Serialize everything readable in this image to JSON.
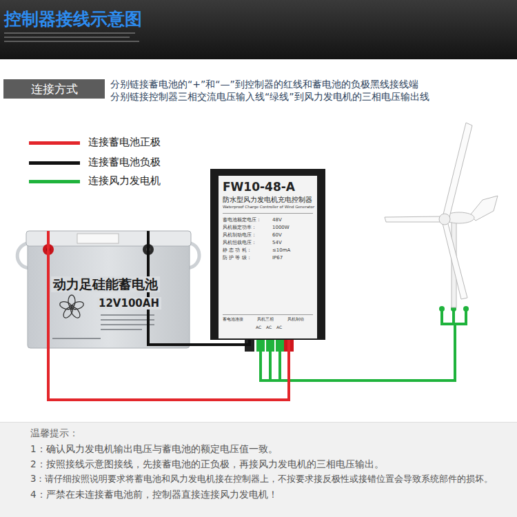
{
  "diagram": {
    "title": "控制器接线示意图",
    "nodes": [
      {
        "text": [
          "连接方式"
        ]
      },
      {
        "text": [
          "动力足硅能蓄电池",
          "12V100AH"
        ]
      },
      {
        "text": [
          "FW10-48-A",
          "防水型风力发电机充电控制器",
          "Waterproof Charge Controller of Wind Generator",
          "蓄电池额定电压：",
          "48V",
          "风机额定功率：",
          "1000W",
          "风机制动电压：",
          "60V",
          "风机恒载电压：",
          "54V",
          "静 态 功 耗：",
          "≤10mA",
          "防 护 等 级：",
          "IP67",
          "蓄电池连接",
          "风机三相",
          "风机制动",
          "AC",
          "AC",
          "AC"
        ]
      }
    ],
    "edges": [
      {
        "from": 1,
        "to": 2,
        "arrow": "none"
      },
      {
        "from": 1,
        "to": 2,
        "arrow": "none"
      }
    ],
    "labels": [
      "分别链接蓄电池的“+”和“—”到控制器的红线和蓄电池的负极黑线接线端",
      "分别链接控制器三相交流电压输入线“绿线”到风力发电机的三相电压输出线",
      "温馨提示：",
      "1：确认风力发电机输出电压与蓄电池的额定电压值一致。",
      "2：按照接线示意图接线，先接蓄电池的正负极，再接风力发电机的三相电压输出。",
      "3：请仔细按照说明要求将蓄电池和风力发电机接在控制器上，不按要求接反极性或接错位置会导致系统部件的损坏。",
      "4：严禁在未连接蓄电池前，控制器直接连接风力发电机！"
    ],
    "legend": [
      {
        "text": "连接蓄电池正极",
        "color": "#e3262b"
      },
      {
        "text": "连接蓄电池负极",
        "color": "#111111"
      },
      {
        "text": "连接风力发电机",
        "color": "#1fb33c"
      }
    ]
  }
}
